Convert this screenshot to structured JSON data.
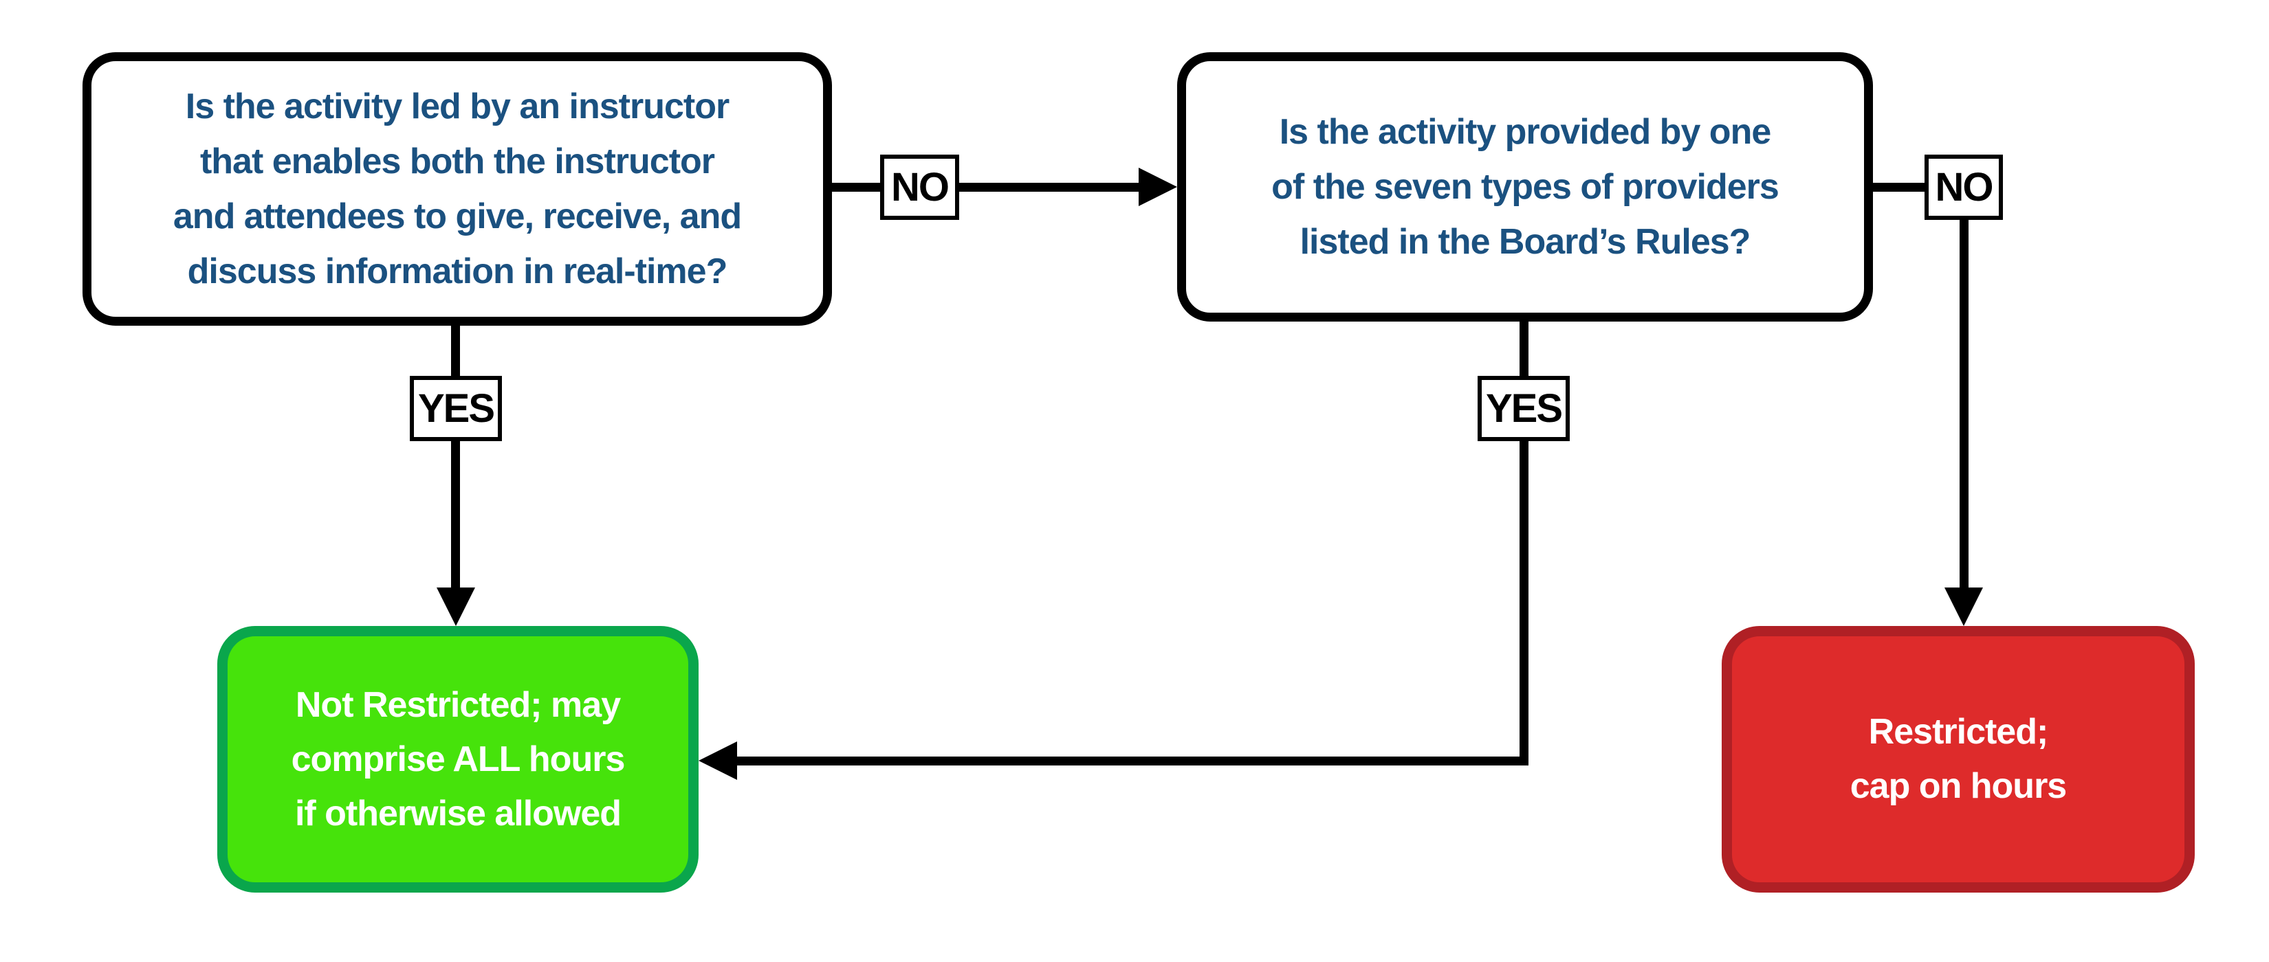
{
  "diagram": {
    "title": "CE activity restriction decision flowchart",
    "colors": {
      "background": "#FFFFFF",
      "question_text": "#1B5180",
      "connector": "#000000",
      "label_text": "#000000",
      "box_fill": "#FFFFFF",
      "green_fill": "#46E30B",
      "green_border": "#0AA64C",
      "red_fill": "#DE2B2B",
      "red_border": "#B02025"
    },
    "nodes": {
      "question1": {
        "lines": [
          "Is the activity led by an instructor",
          "that enables both the instructor",
          "and attendees to give, receive, and",
          "discuss information in real-time?"
        ]
      },
      "question2": {
        "lines": [
          "Is the activity provided by one",
          "of the seven types of providers",
          "listed in the Board’s Rules?"
        ]
      },
      "outcome_not_restricted": {
        "lines": [
          "Not Restricted; may",
          "comprise ALL hours",
          "if otherwise allowed"
        ]
      },
      "outcome_restricted": {
        "lines": [
          "Restricted;",
          "cap on hours"
        ]
      }
    },
    "labels": {
      "no_top": "NO",
      "yes_left": "YES",
      "yes_middle": "YES",
      "no_right": "NO"
    }
  }
}
